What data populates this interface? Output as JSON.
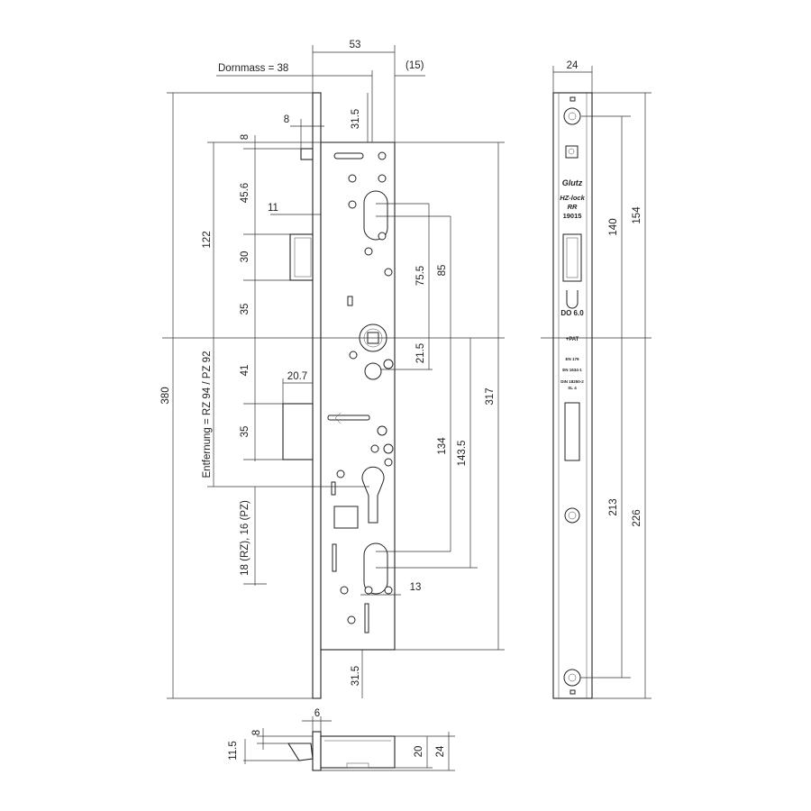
{
  "dimensions": {
    "width_53": "53",
    "dornmass": "Dornmass = 38",
    "offset_15": "(15)",
    "height_380": "380",
    "top_31_5": "31.5",
    "top_8": "8",
    "v_8": "8",
    "v_45_6": "45.6",
    "h_11": "11",
    "v_122": "122",
    "v_30": "30",
    "v_35a": "35",
    "v_41": "41",
    "h_20_7": "20.7",
    "v_35b": "35",
    "v_75_5": "75.5",
    "v_85": "85",
    "v_21_5": "21.5",
    "v_134": "134",
    "v_143_5": "143.5",
    "v_317": "317",
    "h_13": "13",
    "bottom_31_5": "31.5",
    "entfernung": "Entfernung = RZ 94 / PZ 92",
    "rz_pz": "18 (RZ), 16 (PZ)",
    "face_24": "24",
    "face_140": "140",
    "face_154": "154",
    "face_213": "213",
    "face_226": "226",
    "sec_6": "6",
    "sec_8": "8",
    "sec_11_5": "11.5",
    "sec_20": "20",
    "sec_24": "24"
  },
  "faceplate": {
    "brand": "Glutz",
    "model": "HZ-lock",
    "variant": "RR",
    "number": "19015",
    "do": "DO 6.0",
    "pat": "+PAT",
    "std1": "EN 179",
    "std2": "EN 1634-1",
    "std3": "DIN 18250-2",
    "std4": "SL 4"
  }
}
